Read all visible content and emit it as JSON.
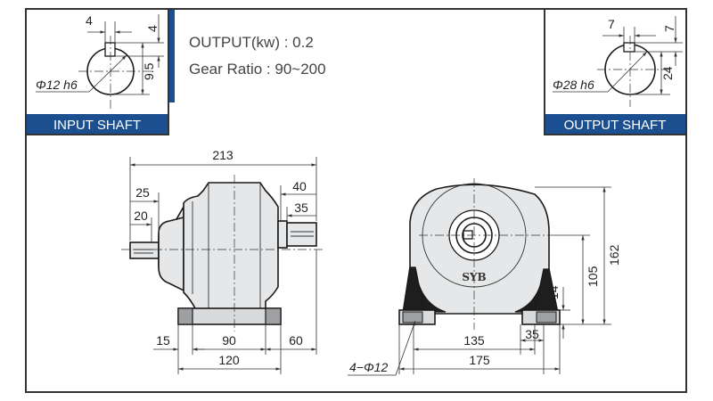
{
  "header": {
    "output_label": "OUTPUT(kw) : 0.2",
    "ratio_label": "Gear Ratio : 90~200"
  },
  "input_shaft": {
    "title": "INPUT SHAFT",
    "key_width": "4",
    "key_depth": "4",
    "shaft_height": "9.5",
    "diameter": "Φ12 h6"
  },
  "output_shaft": {
    "title": "OUTPUT SHAFT",
    "key_width": "7",
    "key_depth": "7",
    "shaft_height": "24",
    "diameter": "Φ28 h6"
  },
  "side_view": {
    "overall_length": "213",
    "input_offset_25": "25",
    "input_offset_20": "20",
    "output_len_40": "40",
    "output_len_35": "35",
    "foot_15": "15",
    "foot_90": "90",
    "foot_60": "60",
    "foot_120": "120"
  },
  "front_view": {
    "height_162": "162",
    "center_105": "105",
    "foot_14": "14",
    "foot_135": "135",
    "foot_35": "35",
    "foot_175": "175",
    "holes": "4−Φ12",
    "logo": "SYB"
  },
  "colors": {
    "banner": "#1b4f8f",
    "body_fill": "#e6e7e8",
    "accent_bar": "#1b4f8f"
  }
}
